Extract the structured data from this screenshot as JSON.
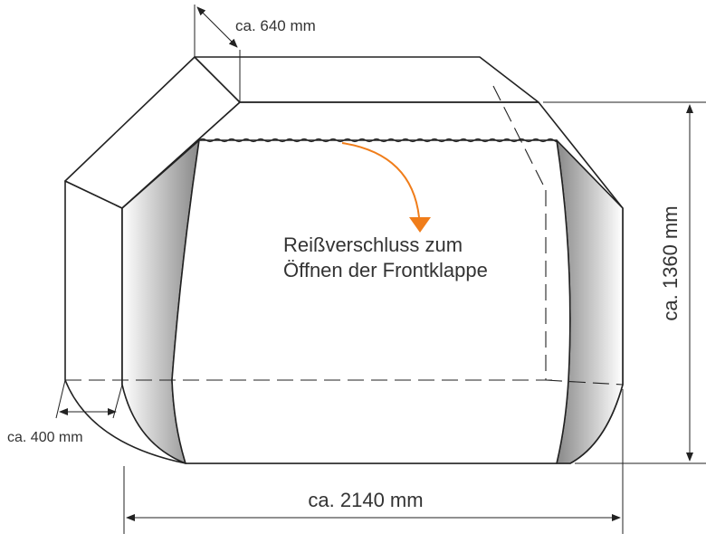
{
  "dimensions": {
    "depth": "ca. 640 mm",
    "height": "ca. 1360 mm",
    "side_depth": "ca. 400 mm",
    "width": "ca. 2140 mm"
  },
  "annotation": {
    "line1": "Reißverschluss zum",
    "line2": "Öffnen der Frontklappe"
  },
  "colors": {
    "arrow": "#f07d1a",
    "outline": "#222222",
    "shade": "#8c8c8c"
  }
}
